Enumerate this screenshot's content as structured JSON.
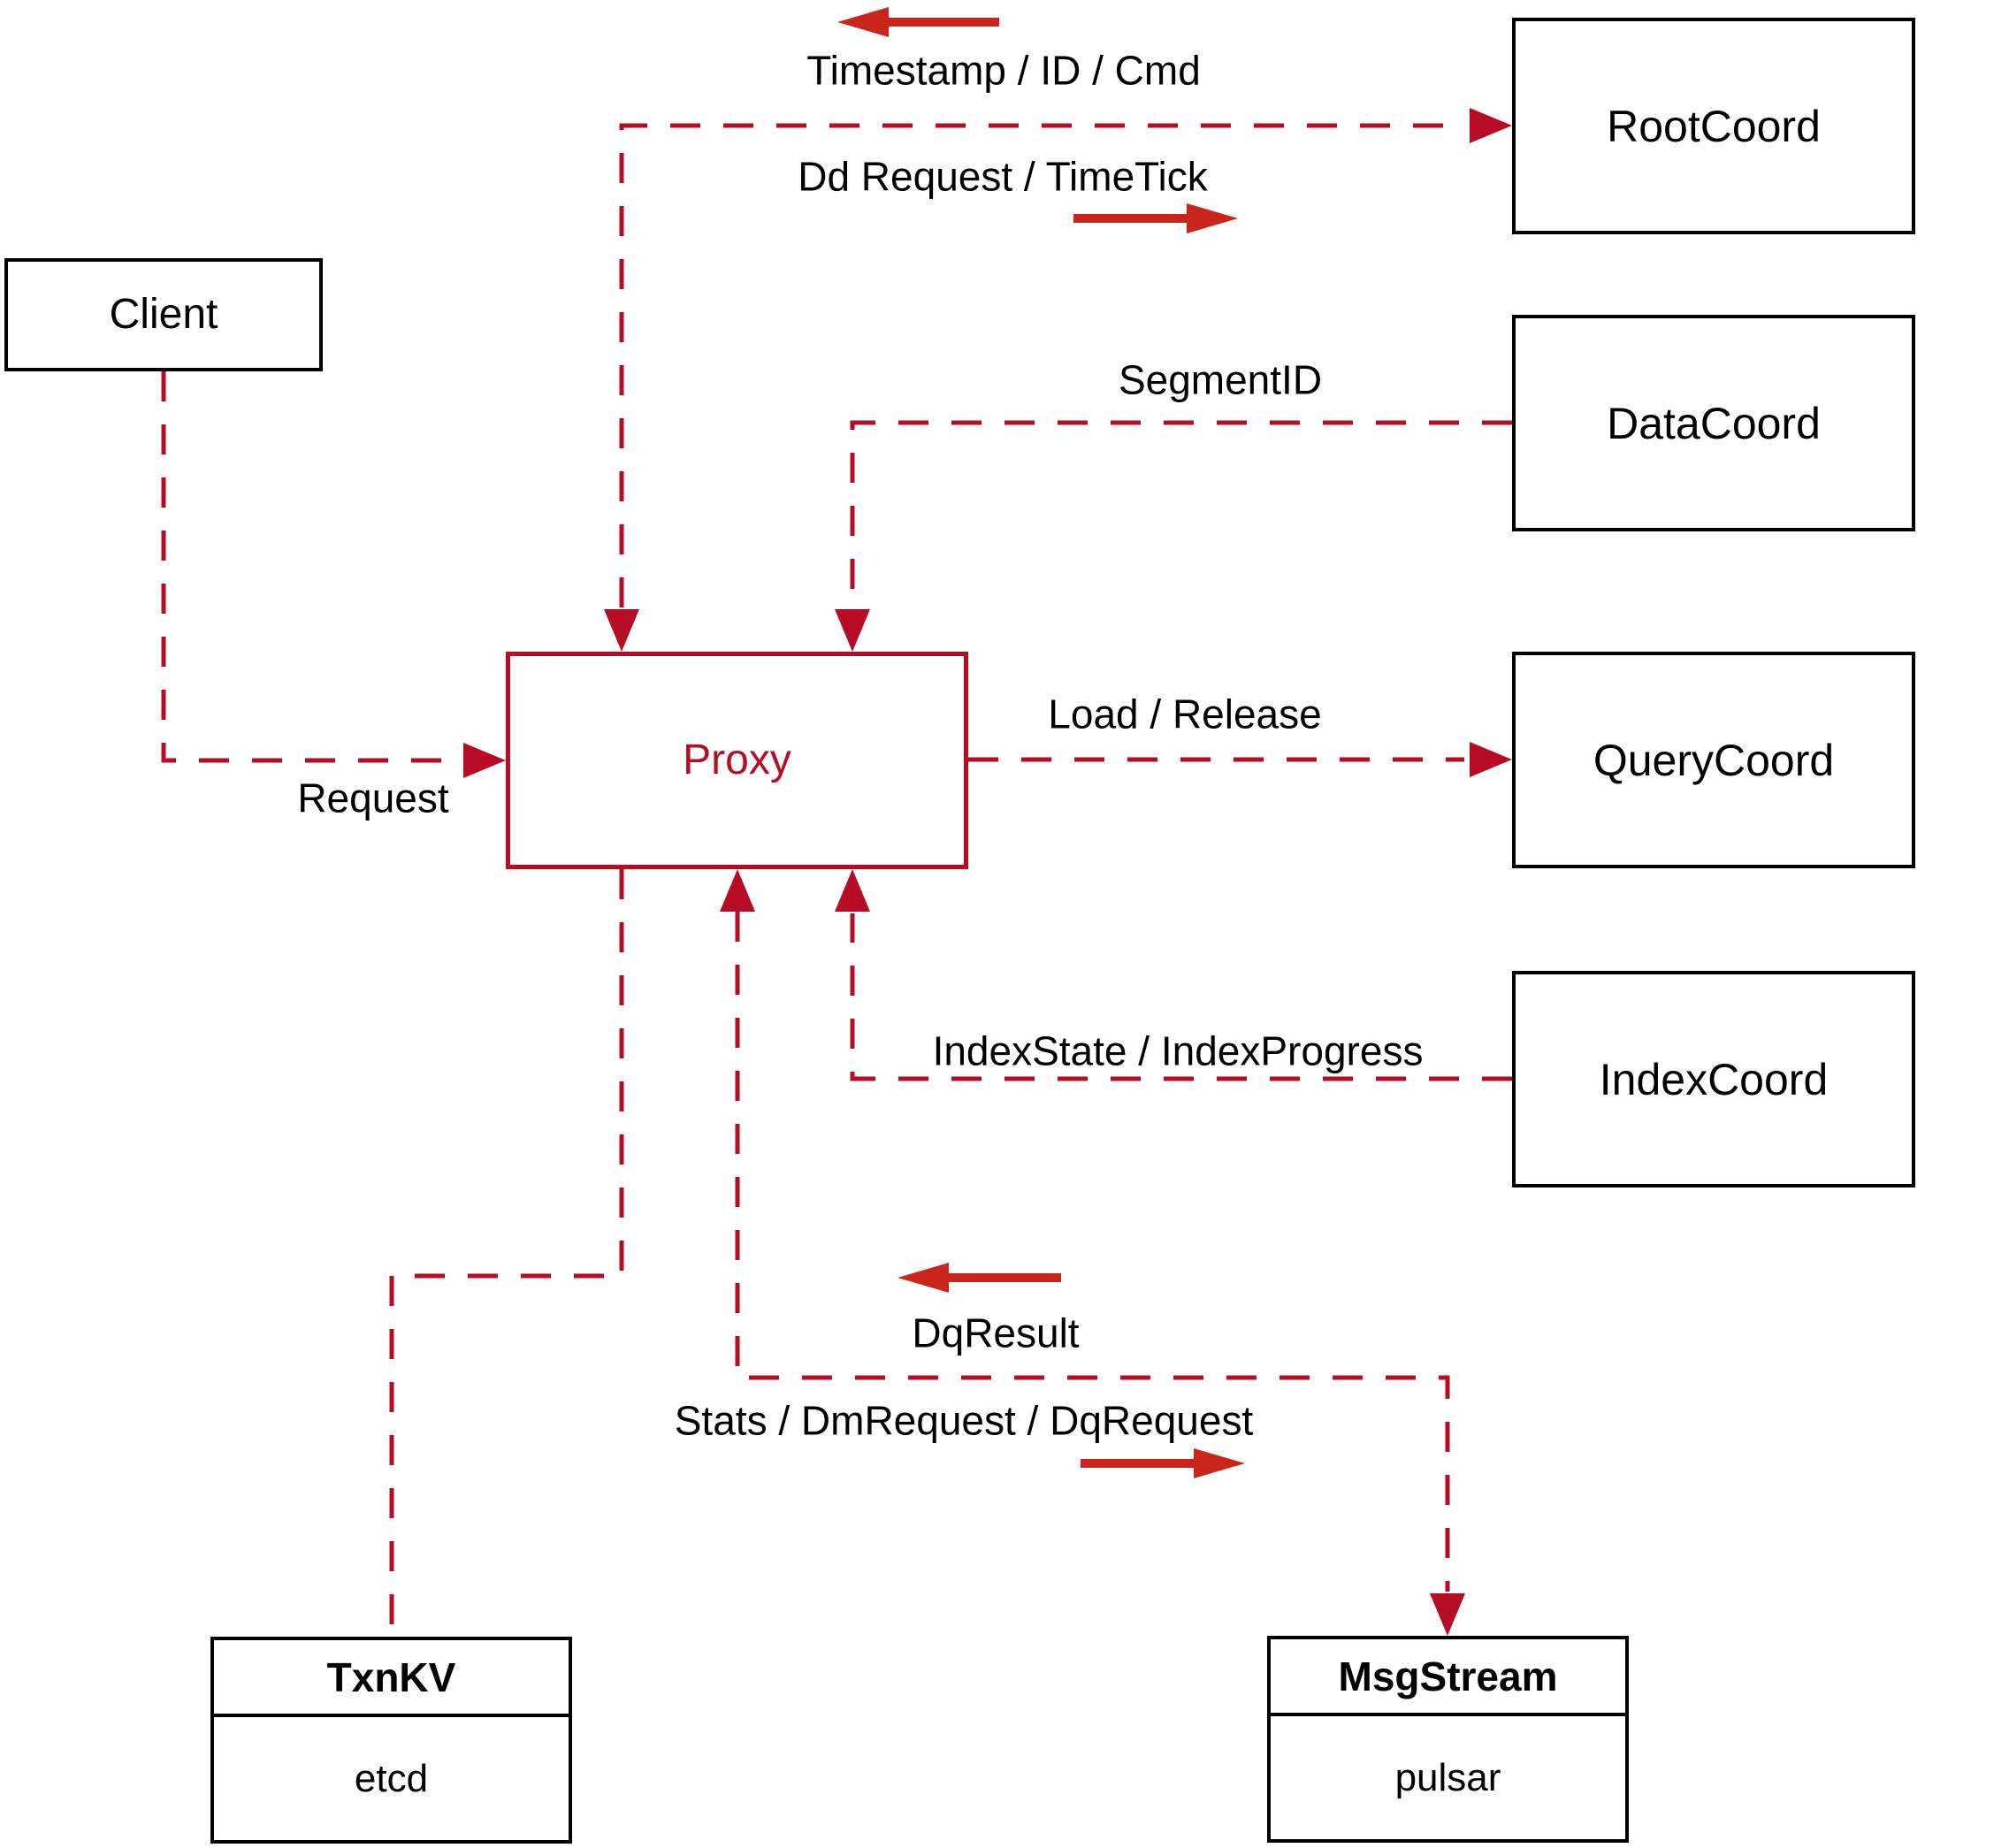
{
  "nodes": {
    "client": {
      "label": "Client"
    },
    "proxy": {
      "label": "Proxy"
    },
    "rootcoord": {
      "label": "RootCoord"
    },
    "datacoord": {
      "label": "DataCoord"
    },
    "querycoord": {
      "label": "QueryCoord"
    },
    "indexcoord": {
      "label": "IndexCoord"
    },
    "txnkv": {
      "title": "TxnKV",
      "impl": "etcd"
    },
    "msgstream": {
      "title": "MsgStream",
      "impl": "pulsar"
    }
  },
  "edges": {
    "client_proxy": {
      "label": "Request"
    },
    "proxy_rootcoord": {
      "label_return": "Timestamp / ID / Cmd",
      "label_send": "Dd Request / TimeTick"
    },
    "datacoord_proxy": {
      "label": "SegmentID"
    },
    "proxy_querycoord": {
      "label": "Load / Release"
    },
    "indexcoord_proxy": {
      "label": "IndexState / IndexProgress"
    },
    "proxy_msgstream": {
      "label_return": "DqResult",
      "label_send": "Stats / DmRequest / DqRequest"
    }
  },
  "colors": {
    "line_red": "#b60c26",
    "arrow_red": "#c9251b",
    "box_border": "#000000",
    "text": "#000000",
    "background": "#ffffff"
  }
}
